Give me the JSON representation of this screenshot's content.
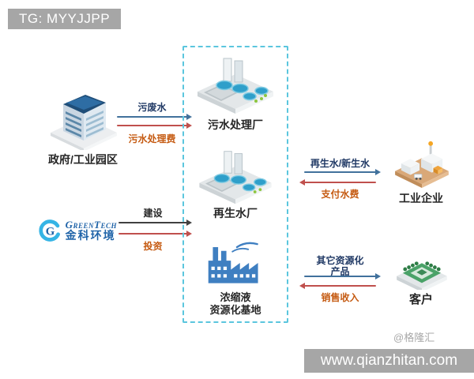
{
  "badge": {
    "text": "TG: MYYJJPP"
  },
  "logo": {
    "monogram": "G",
    "brand": "GreenTech",
    "company": "金科环境"
  },
  "nodes": {
    "government": {
      "label": "政府/工业园区"
    },
    "sewage_plant": {
      "label": "污水处理厂"
    },
    "reclaimed_plant": {
      "label": "再生水厂"
    },
    "concentrate_base": {
      "label_line1": "浓缩液",
      "label_line2": "资源化基地"
    },
    "industrial": {
      "label": "工业企业"
    },
    "customer": {
      "label": "客户"
    }
  },
  "flows": {
    "wastewater": {
      "label": "污废水",
      "direction": "right",
      "color": "#41719c"
    },
    "sewage_fee": {
      "label": "污水处理费",
      "direction": "right",
      "color": "#c0504d"
    },
    "construction": {
      "label": "建设",
      "direction": "right",
      "color": "#404040"
    },
    "investment": {
      "label": "投资",
      "direction": "right",
      "color": "#c0504d"
    },
    "reclaimed_water": {
      "label": "再生水/新生水",
      "direction": "right",
      "color": "#41719c"
    },
    "water_fee": {
      "label": "支付水费",
      "direction": "left",
      "color": "#c0504d"
    },
    "other_products": {
      "label_line1": "其它资源化",
      "label_line2": "产品",
      "direction": "right",
      "color": "#41719c"
    },
    "sales_revenue": {
      "label": "销售收入",
      "direction": "left",
      "color": "#c0504d"
    }
  },
  "watermark": {
    "text": "@格隆汇"
  },
  "banner": {
    "text": "www.qianzhitan.com"
  },
  "colors": {
    "badge_bg": "#a6a6a6",
    "banner_bg": "#a6a6a6",
    "dashed_border": "#5bc6de",
    "arrow_blue": "#41719c",
    "arrow_red": "#c0504d",
    "arrow_dark": "#404040",
    "label_navy": "#1f3864",
    "label_orange": "#c55a11",
    "factory_blue": "#3f7fc1",
    "logo_blue": "#35b4e5",
    "logo_navy": "#1f63a8"
  }
}
